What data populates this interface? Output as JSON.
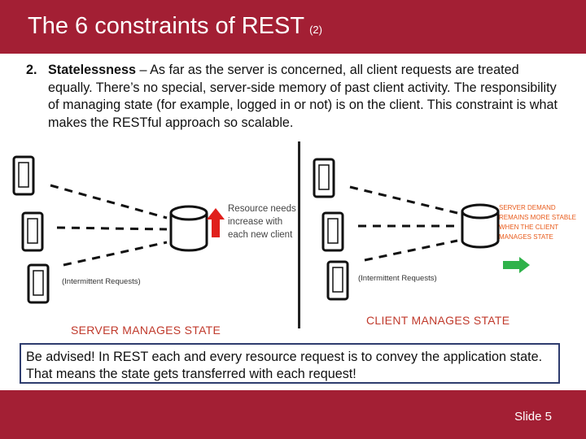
{
  "slide": {
    "title": "The 6 constraints of REST",
    "title_suffix": "(2)",
    "slide_number": "Slide 5"
  },
  "point": {
    "number": "2.",
    "lead": "Statelessness",
    "text": " – As far as the server is concerned, all client requests are treated equally.  There’s no special, server-side memory of past client activity.  The responsibility of managing state (for example, logged in or not) is on the client.  This constraint is what makes the RESTful approach so scalable."
  },
  "diagram_left": {
    "resource_note": "Resource needs increase with each new client",
    "requests_label": "(Intermittent Requests)",
    "caption": "SERVER MANAGES STATE"
  },
  "diagram_right": {
    "demand_note": "Server demand remains more stable when the client manages state",
    "requests_label": "(Intermittent Requests)",
    "caption": "CLIENT MANAGES STATE"
  },
  "callout": {
    "text": "Be advised!  In REST each and every resource request is to convey the application state.  That means the state gets transferred with each request!"
  },
  "colors": {
    "brand": "#a31f34",
    "caption_red": "#c0392b",
    "arrow_up_red": "#e0201c",
    "arrow_green": "#2fb24a",
    "callout_border": "#2e3c6e"
  },
  "icons": [
    "phone-icon",
    "database-icon",
    "up-arrow-icon",
    "right-arrow-icon"
  ]
}
